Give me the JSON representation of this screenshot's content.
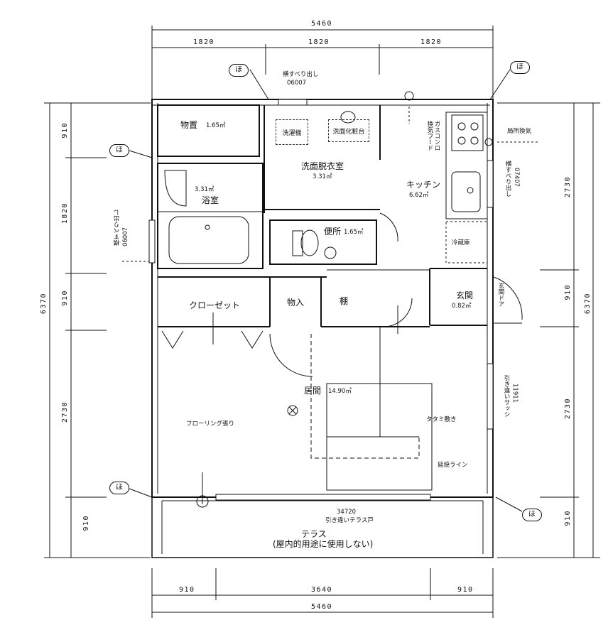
{
  "dimensions": {
    "top_total": "5460",
    "top_segments": [
      "1820",
      "1820",
      "1820"
    ],
    "bottom_segments": [
      "910",
      "3640",
      "910"
    ],
    "bottom_total": "5460",
    "left_total": "6370",
    "left_segments": [
      "910",
      "1820",
      "910",
      "2730",
      "910"
    ],
    "right_total": "6370",
    "right_segments": [
      "2730",
      "910",
      "2730",
      "910"
    ]
  },
  "rooms": {
    "storage": {
      "name": "物置",
      "area": "1.65㎡"
    },
    "bath": {
      "name": "浴室",
      "area": "3.31㎡"
    },
    "washroom": {
      "name": "洗面脱衣室",
      "area": "3.31㎡"
    },
    "washer": "洗濯機",
    "vanity": "洗面化粧台",
    "kitchen": {
      "name": "キッチン",
      "area": "6.62㎡"
    },
    "gas_hood": "ガスコンロ\n換気フード",
    "fridge": "冷蔵庫",
    "toilet": {
      "name": "便所",
      "area": "1.65㎡"
    },
    "closet": "クローゼット",
    "storage2": "物入",
    "shelf": "棚",
    "entrance": {
      "name": "玄関",
      "area": "0.82㎡"
    },
    "living": {
      "name": "居間",
      "area": "14.90㎡"
    },
    "flooring": "フローリング張り",
    "tatami": "タタミ敷き",
    "ext_line": "延焼ライン",
    "terrace": "テラス",
    "terrace_note": "(屋内的用途に使用しない)"
  },
  "windows": {
    "top": {
      "label": "横すべり出し",
      "code": "06007"
    },
    "left": {
      "label": "横すべり出し",
      "code": "06007"
    },
    "right": {
      "label": "横すべり出し",
      "code": "07407"
    },
    "right_slide": {
      "label": "引き違いサッシ",
      "code": "11911"
    },
    "terrace_door": {
      "code": "34720",
      "label": "引き違いテラス戸"
    }
  },
  "door_label": "玄関ドア",
  "ventilation": "局所換気",
  "ho_label": "ほ"
}
